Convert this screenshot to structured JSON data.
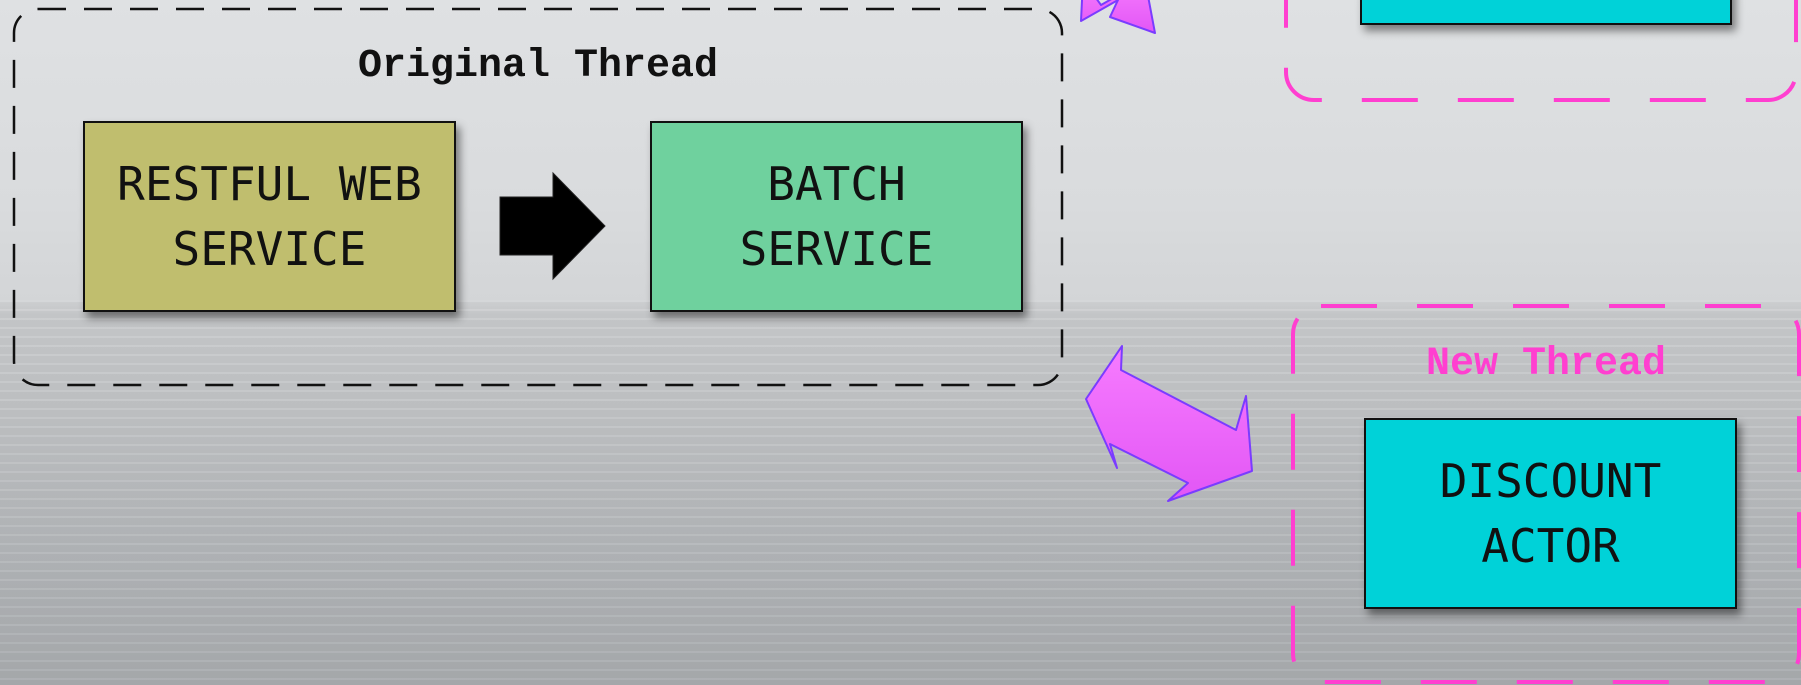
{
  "original_thread": {
    "title": "Original Thread",
    "restful_line1": "RESTFUL WEB",
    "restful_line2": "SERVICE",
    "batch_line1": "BATCH",
    "batch_line2": "SERVICE"
  },
  "new_thread": {
    "title": "New Thread",
    "discount_line1": "DISCOUNT",
    "discount_line2": "ACTOR"
  },
  "colors": {
    "restful_box": "#c0be6e",
    "batch_box": "#6fd19e",
    "actor_box": "#00d2d8",
    "new_thread_accent": "#ff3fd0",
    "bidirectional_arrow": "#ee66ff",
    "flow_arrow": "#000000"
  },
  "icons": {
    "flow_arrow": "right-arrow-icon",
    "thread_link": "double-headed-arrow-icon"
  }
}
